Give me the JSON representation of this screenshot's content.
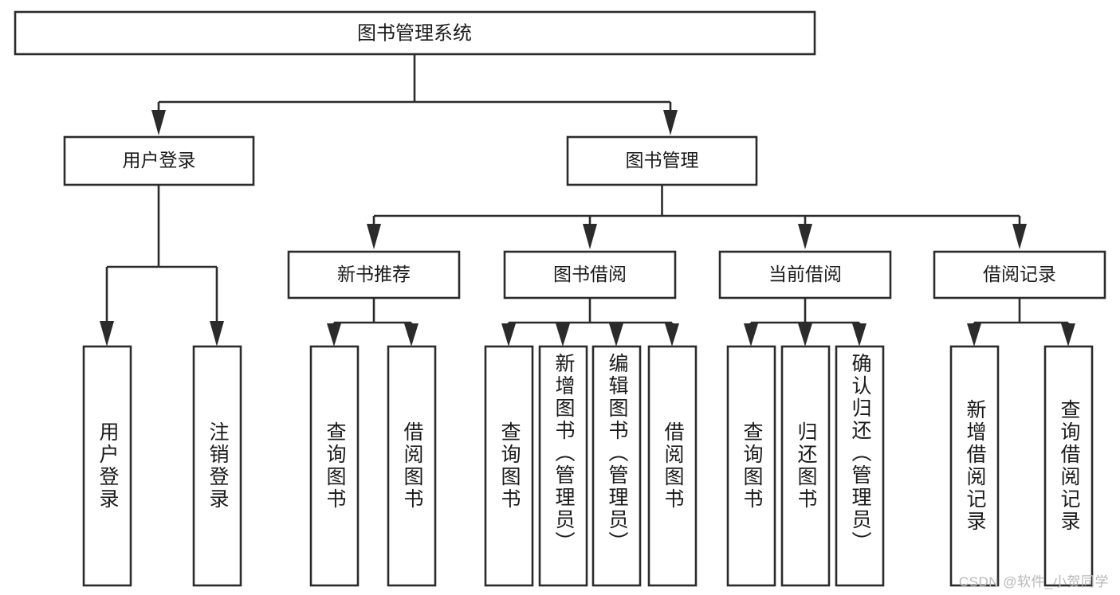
{
  "diagram": {
    "type": "tree",
    "title": "图书管理系统",
    "colors": {
      "box_fill": "#ffffff",
      "box_stroke": "#2b2b2b",
      "text": "#1a1a1a",
      "watermark": "#b8b8b8",
      "background": "#ffffff"
    },
    "root": {
      "label": "图书管理系统"
    },
    "level2": [
      {
        "label": "用户登录"
      },
      {
        "label": "图书管理"
      }
    ],
    "level3": [
      {
        "label": "新书推荐"
      },
      {
        "label": "图书借阅"
      },
      {
        "label": "当前借阅"
      },
      {
        "label": "借阅记录"
      }
    ],
    "leaves": {
      "user_login": [
        {
          "label": "用户登录"
        },
        {
          "label": "注销登录"
        }
      ],
      "new_book_recommend": [
        {
          "label": "查询图书"
        },
        {
          "label": "借阅图书"
        }
      ],
      "book_borrow": [
        {
          "label": "查询图书"
        },
        {
          "label": "新增图书（管理员）"
        },
        {
          "label": "编辑图书（管理员）"
        },
        {
          "label": "借阅图书"
        }
      ],
      "current_borrow": [
        {
          "label": "查询图书"
        },
        {
          "label": "归还图书"
        },
        {
          "label": "确认归还（管理员）"
        }
      ],
      "borrow_record": [
        {
          "label": "新增借阅记录"
        },
        {
          "label": "查询借阅记录"
        }
      ]
    }
  },
  "watermark": {
    "text": "CSDN @软件_小贺同学"
  }
}
